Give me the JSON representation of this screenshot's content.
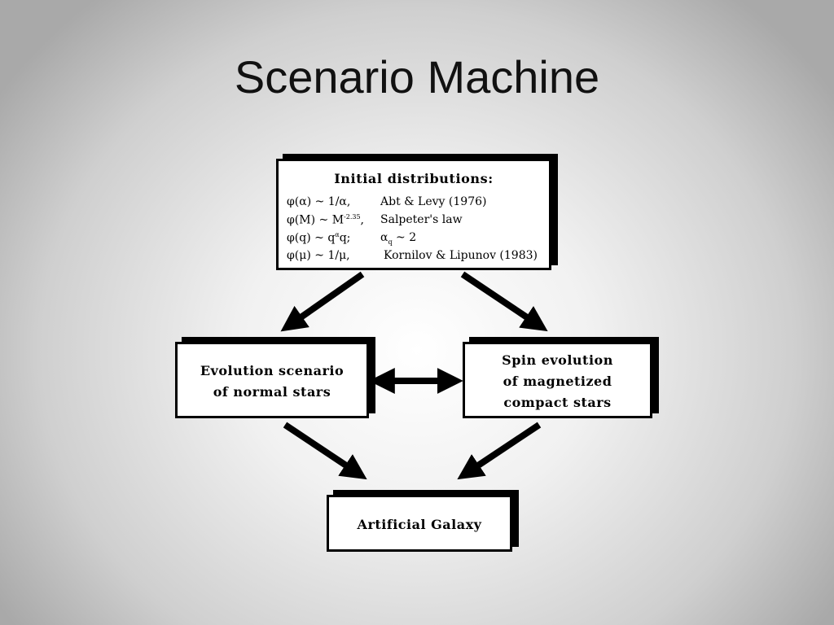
{
  "slide": {
    "title": "Scenario Machine"
  },
  "initial": {
    "heading": "Initial distributions:",
    "rows": [
      {
        "left_pre": "φ(α)  ~ 1/α,",
        "left_sup": "",
        "left_post": "",
        "right_pre": "Abt & Levy (1976)",
        "right_sub": "",
        "right_post": ""
      },
      {
        "left_pre": "φ(M) ~ M",
        "left_sup": "-2.35",
        "left_post": ",",
        "right_pre": "Salpeter's  law",
        "right_sub": "",
        "right_post": ""
      },
      {
        "left_pre": "φ(q)   ~ q",
        "left_sup": "α",
        "left_post": "q;",
        "right_pre": "α",
        "right_sub": "q",
        "right_post": " ~ 2"
      },
      {
        "left_pre": "φ(μ)   ~ 1/μ,",
        "left_sup": "",
        "left_post": "",
        "right_pre": "Kornilov & Lipunov (1983)",
        "right_sub": "",
        "right_post": ""
      }
    ]
  },
  "evolution_box": {
    "line1": "Evolution scenario",
    "line2": "of normal stars"
  },
  "spin_box": {
    "line1": "Spin evolution",
    "line2": "of magnetized",
    "line3": "compact stars"
  },
  "galaxy_box": {
    "label": "Artificial Galaxy"
  }
}
